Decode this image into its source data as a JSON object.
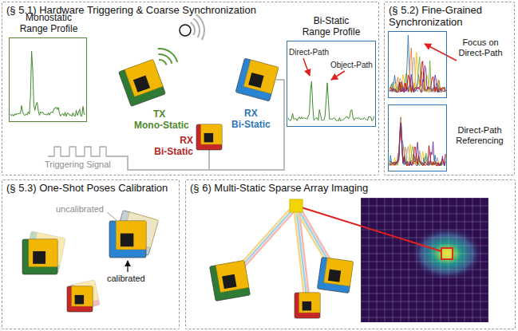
{
  "diagram": {
    "nodes": [
      {
        "text": [
          "(§ 5.1) Hardware Triggering & Coarse Synchronization"
        ]
      },
      {
        "text": [
          "Monostatic Range Profile"
        ],
        "in": 0
      },
      {
        "text": [
          "Bi-Static Range Profile"
        ],
        "in": 0
      },
      {
        "text": [
          "(§ 5.2) Fine-Grained Synchronization"
        ]
      },
      {
        "text": [
          "Focus on Direct-Path"
        ],
        "in": 3
      },
      {
        "text": [
          "Direct-Path Referencing"
        ],
        "in": 3
      },
      {
        "text": [
          "(§ 5.3) One-Shot Poses Calibration"
        ]
      },
      {
        "text": [
          "(§ 6) Multi-Static Sparse Array Imaging"
        ]
      }
    ],
    "labels": [
      "TX",
      "Mono-Static",
      "RX",
      "Bi-Static",
      "RX",
      "Bi-Static",
      "Triggering Signal",
      "Direct-Path",
      "Object-Path",
      "uncalibrated",
      "calibrated"
    ]
  }
}
